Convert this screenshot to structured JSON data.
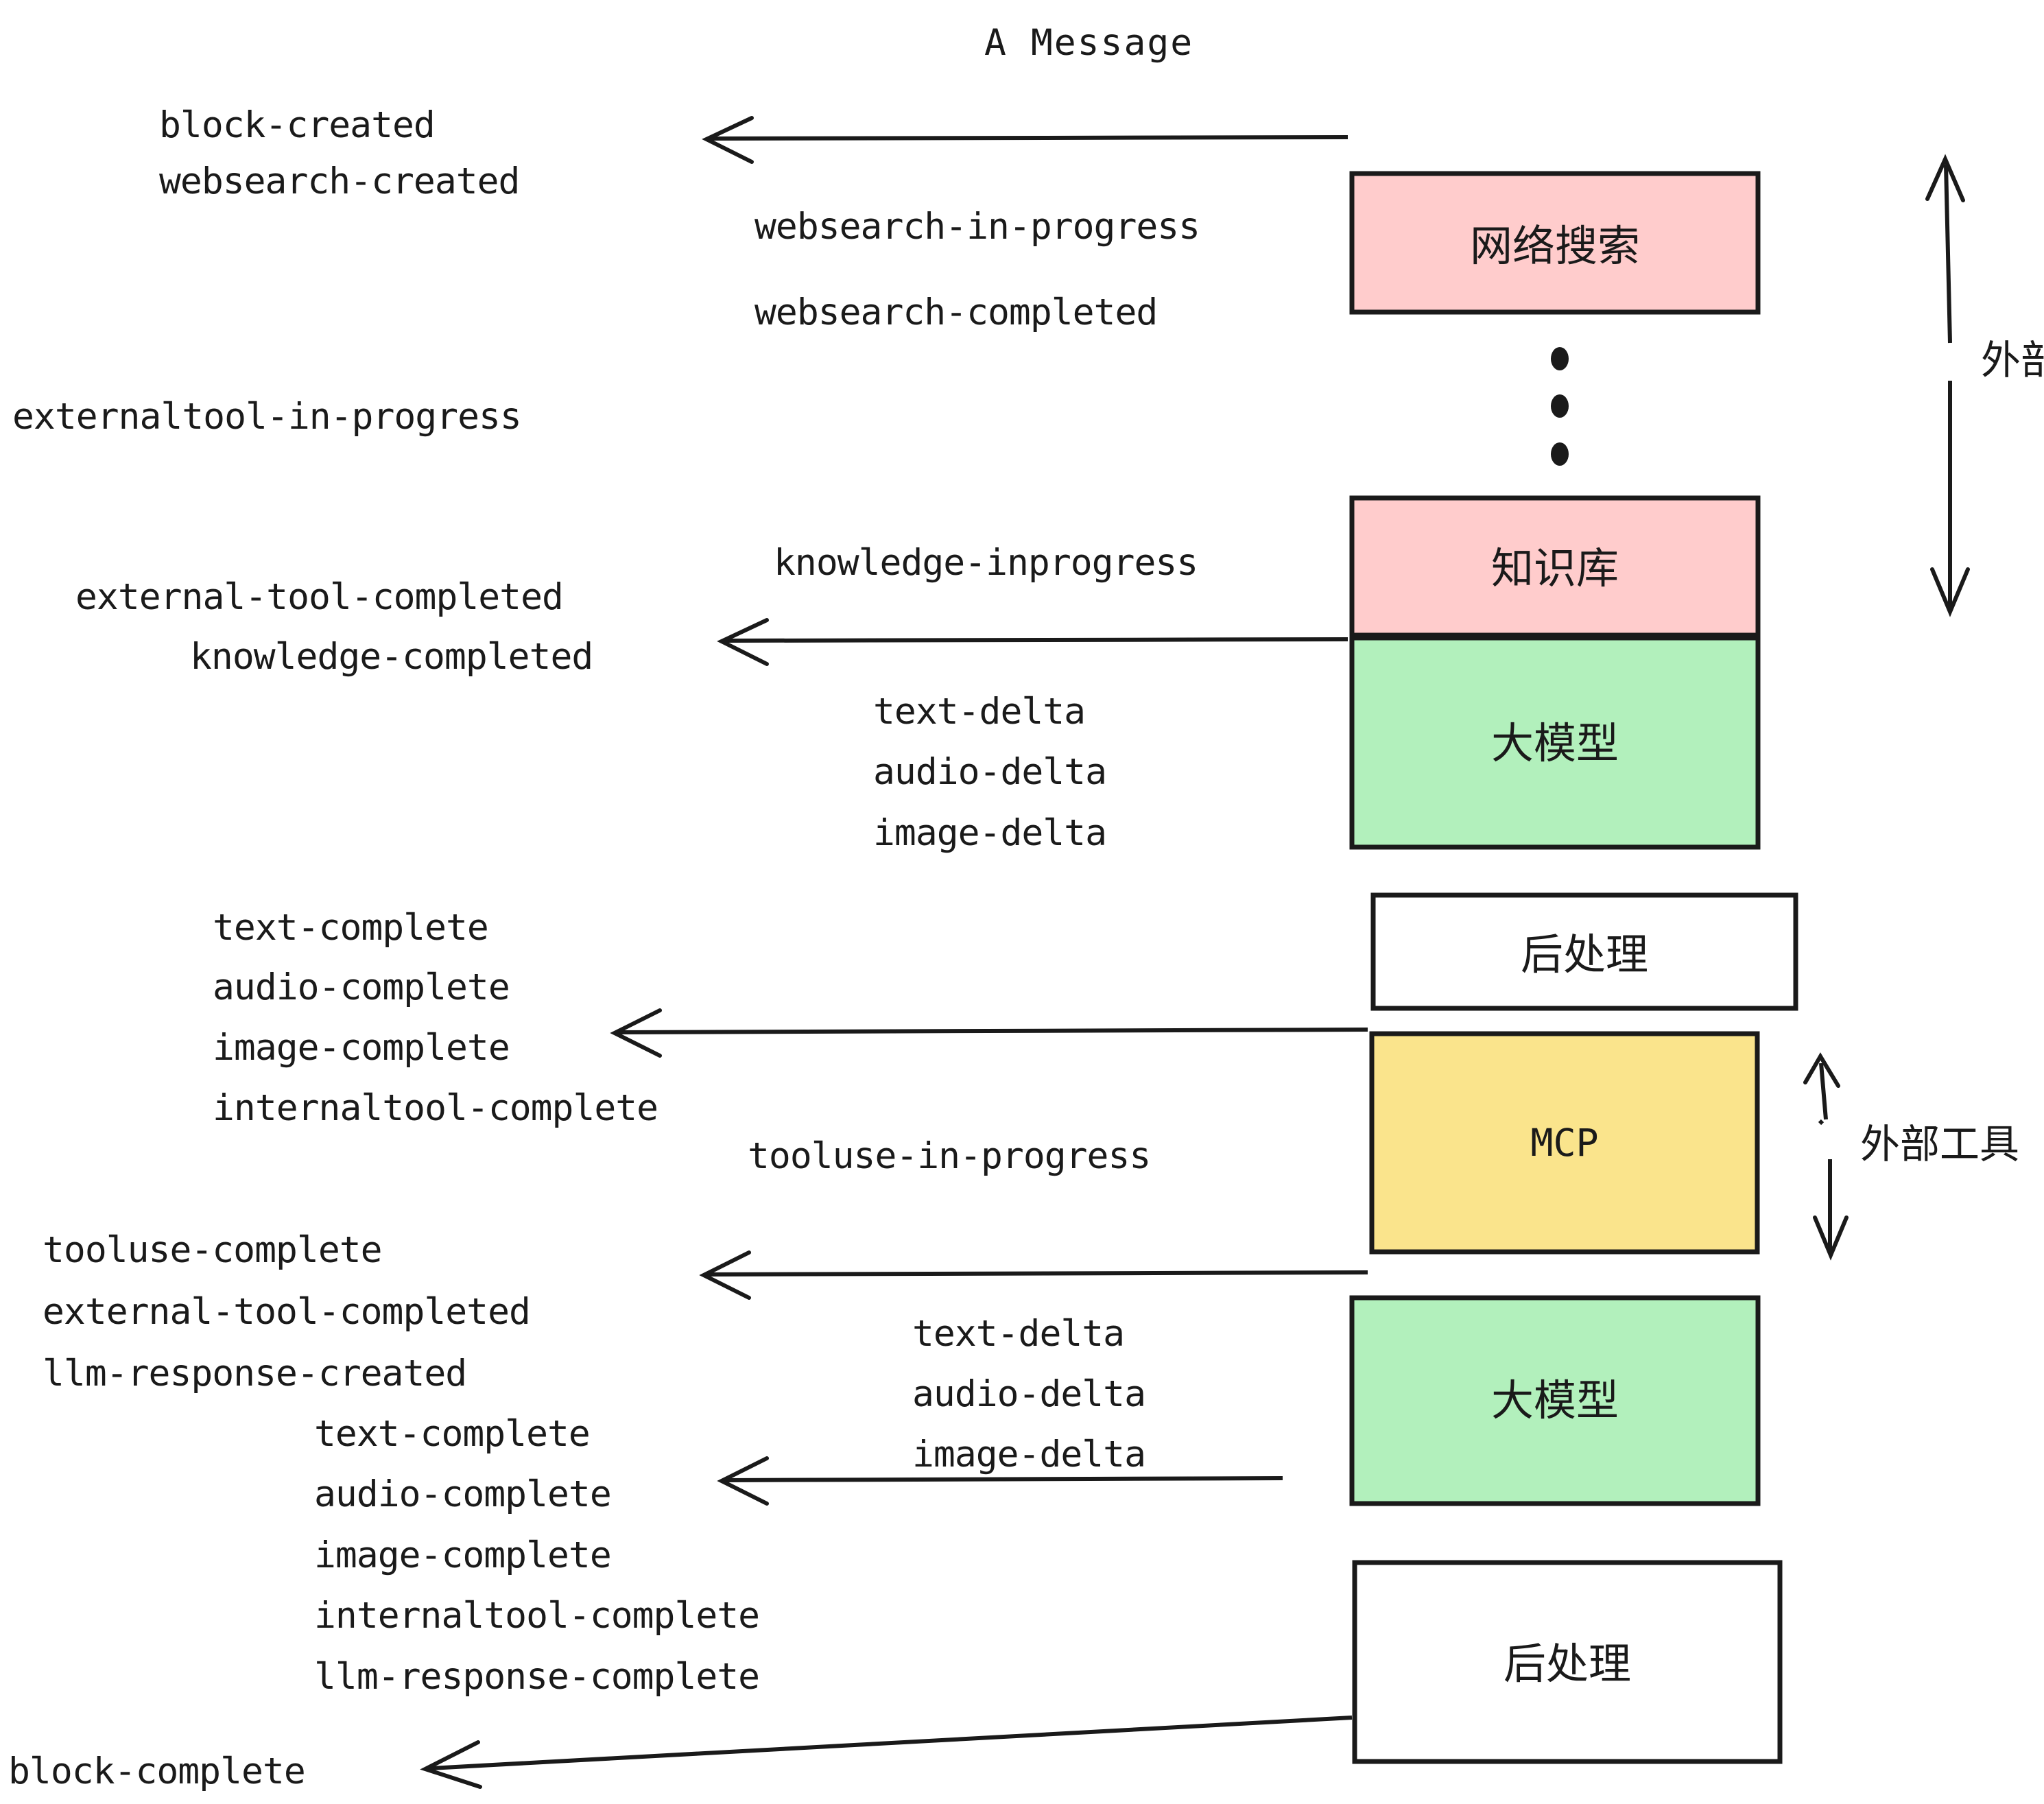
{
  "title": "A Message",
  "colors": {
    "pink": "#FFCCCC",
    "green": "#B2F0BC",
    "yellow": "#FAE48C",
    "white": "#FFFFFF",
    "stroke": "#1A1A1A",
    "text": "#1A1A1A",
    "background": "#FFFFFF"
  },
  "nodes": [
    {
      "id": "websearch",
      "label": "网络搜索",
      "fill": "#FFCCCC",
      "lang": "cn"
    },
    {
      "id": "knowledge",
      "label": "知识库",
      "fill": "#FFCCCC",
      "lang": "cn"
    },
    {
      "id": "llm1",
      "label": "大模型",
      "fill": "#B2F0BC",
      "lang": "cn"
    },
    {
      "id": "postproc1",
      "label": "后处理",
      "fill": "#FFFFFF",
      "lang": "cn"
    },
    {
      "id": "mcp",
      "label": "MCP",
      "fill": "#FAE48C",
      "lang": "en"
    },
    {
      "id": "llm2",
      "label": "大模型",
      "fill": "#B2F0BC",
      "lang": "cn"
    },
    {
      "id": "postproc2",
      "label": "后处理",
      "fill": "#FFFFFF",
      "lang": "cn"
    }
  ],
  "brackets": [
    {
      "id": "bracket-top",
      "label": "外部工具"
    },
    {
      "id": "bracket-bottom",
      "label": "外部工具"
    }
  ],
  "events": [
    {
      "id": "e01",
      "text": "block-created"
    },
    {
      "id": "e02",
      "text": "websearch-created"
    },
    {
      "id": "e03",
      "text": "websearch-in-progress"
    },
    {
      "id": "e04",
      "text": "websearch-completed"
    },
    {
      "id": "e05",
      "text": "externaltool-in-progress"
    },
    {
      "id": "e06",
      "text": "knowledge-inprogress"
    },
    {
      "id": "e07",
      "text": "external-tool-completed"
    },
    {
      "id": "e08",
      "text": "knowledge-completed"
    },
    {
      "id": "e09",
      "text": "text-delta"
    },
    {
      "id": "e10",
      "text": "audio-delta"
    },
    {
      "id": "e11",
      "text": "image-delta"
    },
    {
      "id": "e12",
      "text": "text-complete"
    },
    {
      "id": "e13",
      "text": "audio-complete"
    },
    {
      "id": "e14",
      "text": "image-complete"
    },
    {
      "id": "e15",
      "text": "internaltool-complete"
    },
    {
      "id": "e16",
      "text": "tooluse-in-progress"
    },
    {
      "id": "e17",
      "text": "tooluse-complete"
    },
    {
      "id": "e18",
      "text": "external-tool-completed"
    },
    {
      "id": "e19",
      "text": "llm-response-created"
    },
    {
      "id": "e20",
      "text": "text-delta"
    },
    {
      "id": "e21",
      "text": "audio-delta"
    },
    {
      "id": "e22",
      "text": "image-delta"
    },
    {
      "id": "e23",
      "text": "text-complete"
    },
    {
      "id": "e24",
      "text": "audio-complete"
    },
    {
      "id": "e25",
      "text": "image-complete"
    },
    {
      "id": "e26",
      "text": "internaltool-complete"
    },
    {
      "id": "e27",
      "text": "llm-response-complete"
    },
    {
      "id": "e28",
      "text": "block-complete"
    }
  ],
  "ellipsis": {
    "id": "vertical-ellipsis",
    "dots": 3
  }
}
